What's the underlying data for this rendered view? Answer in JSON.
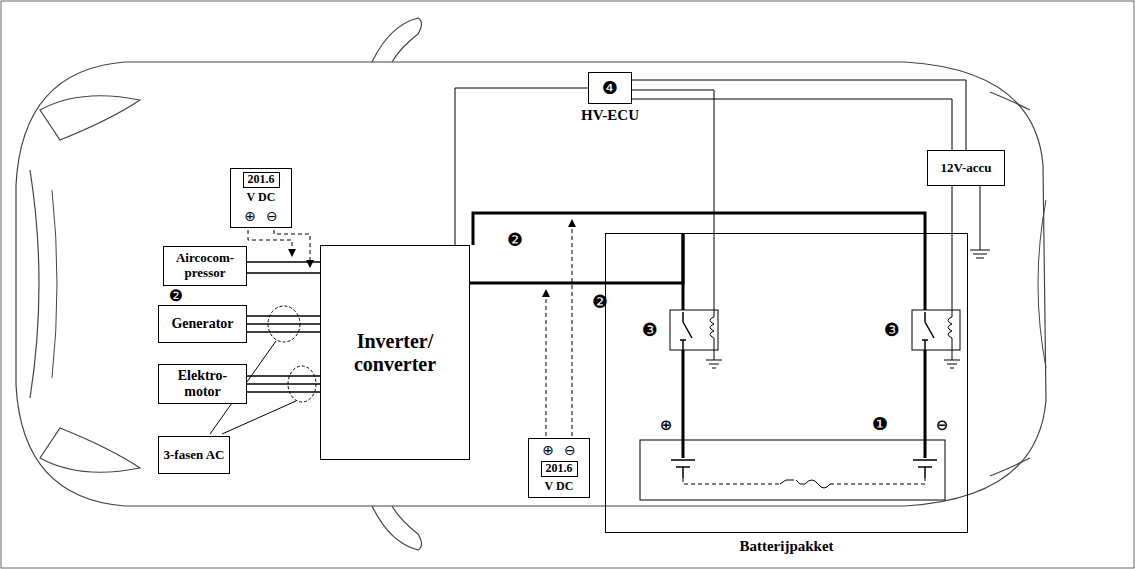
{
  "diagram": {
    "nodes": [
      {
        "text": [
          "Aircocom- pressor"
        ]
      },
      {
        "text": [
          "Generator"
        ]
      },
      {
        "text": [
          "Elektro- motor"
        ]
      },
      {
        "text": [
          "Inverter/ converter"
        ]
      },
      {
        "text": [
          "❹",
          "HV-ECU"
        ]
      },
      {
        "text": [
          "12V-accu"
        ]
      },
      {
        "text": [
          "Batterijpakket"
        ]
      },
      {
        "text": [
          "201.6",
          "V DC",
          "⊕",
          "⊖"
        ]
      },
      {
        "text": [
          "201.6",
          "V DC",
          "⊕",
          "⊖"
        ]
      },
      {
        "text": [
          "3-fasen AC"
        ]
      }
    ],
    "edges": [
      {
        "from": 0,
        "to": 3,
        "arrow": "none"
      },
      {
        "from": 0,
        "to": 3,
        "arrow": "none"
      },
      {
        "from": 1,
        "to": 3,
        "arrow": "none"
      },
      {
        "from": 1,
        "to": 3,
        "arrow": "none"
      },
      {
        "from": 1,
        "to": 3,
        "arrow": "none"
      },
      {
        "from": 2,
        "to": 3,
        "arrow": "none"
      },
      {
        "from": 2,
        "to": 3,
        "arrow": "none"
      },
      {
        "from": 2,
        "to": 3,
        "arrow": "none"
      },
      {
        "from": 3,
        "to": 4,
        "arrow": "none"
      },
      {
        "from": 4,
        "to": 5,
        "arrow": "none"
      },
      {
        "from": 4,
        "to": 6,
        "arrow": "none"
      },
      {
        "from": 4,
        "to": 6,
        "arrow": "none"
      },
      {
        "from": 3,
        "to": 6,
        "arrow": "none"
      },
      {
        "from": 3,
        "to": 6,
        "arrow": "none"
      }
    ],
    "labels": [
      "❷",
      "❷",
      "❷",
      "❸",
      "❸",
      "❶",
      "⊕",
      "⊖"
    ]
  }
}
